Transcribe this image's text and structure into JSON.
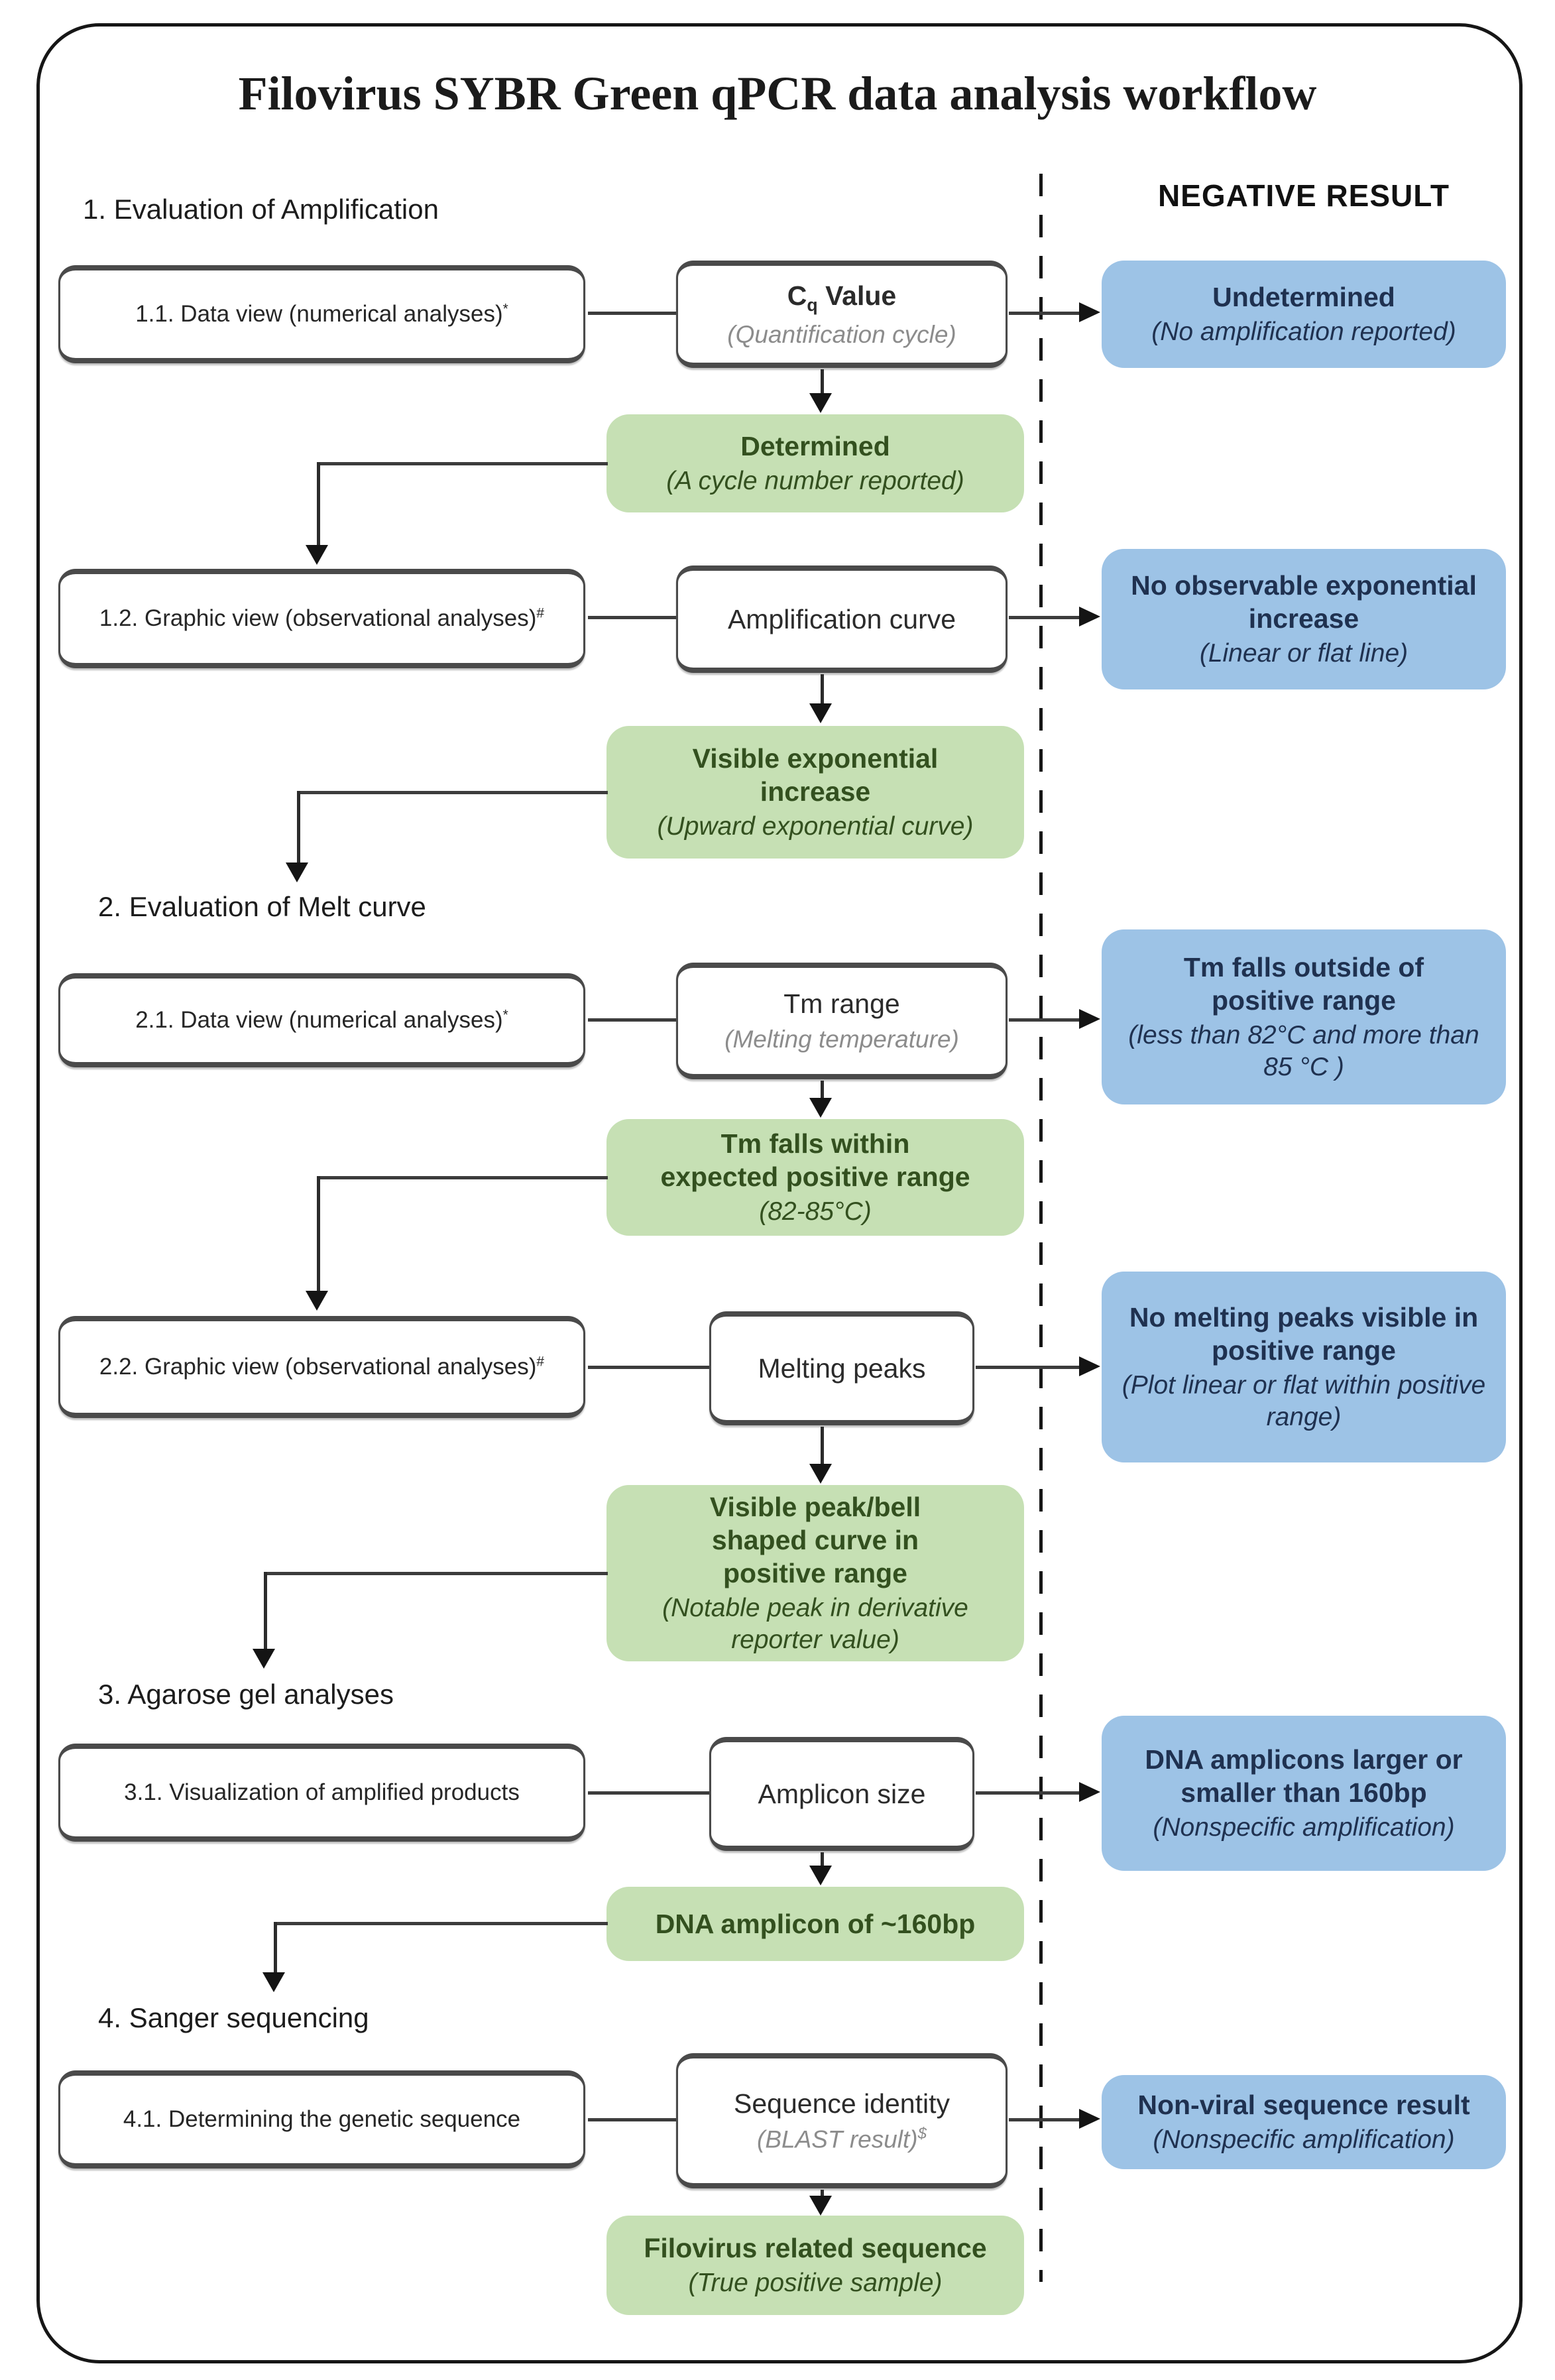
{
  "title": "Filovirus SYBR Green qPCR data analysis workflow",
  "negative_column_header": "NEGATIVE RESULT",
  "colors": {
    "negative_fill": "#9DC3E6",
    "negative_text": "#1F3150",
    "positive_fill": "#C6E0B4",
    "positive_text": "#33501F",
    "note_gray": "#8c8c8c"
  },
  "sections": {
    "s1": "1. Evaluation of Amplification",
    "s2": "2. Evaluation of Melt curve",
    "s3": "3. Agarose gel analyses",
    "s4": "4. Sanger sequencing"
  },
  "steps": {
    "s11": {
      "text": "1.1. Data view (numerical analyses)",
      "marker": "*"
    },
    "s12": {
      "text": "1.2. Graphic view (observational analyses)",
      "marker": "#"
    },
    "s21": {
      "text": "2.1. Data view (numerical analyses)",
      "marker": "*"
    },
    "s22": {
      "text": "2.2. Graphic view (observational analyses)",
      "marker": "#"
    },
    "s31": {
      "text": "3.1. Visualization of amplified products",
      "marker": ""
    },
    "s41": {
      "text": "4.1. Determining the genetic sequence",
      "marker": ""
    }
  },
  "tests": {
    "cq": {
      "prefix": "C",
      "sub": "q",
      "rest": " Value",
      "note": "(Quantification cycle)"
    },
    "amp_curve": {
      "main": "Amplification curve"
    },
    "tm_range": {
      "main": "Tm range",
      "note": "(Melting temperature)"
    },
    "melting_peaks": {
      "main": "Melting peaks"
    },
    "amplicon_size": {
      "main": "Amplicon size"
    },
    "sequence_identity": {
      "main": "Sequence identity",
      "note": "(BLAST result)",
      "sup": "$"
    }
  },
  "negative": {
    "n1": {
      "title": "Undetermined",
      "note": "(No amplification reported)"
    },
    "n2": {
      "title": "No observable exponential increase",
      "note": "(Linear or flat line)"
    },
    "n3": {
      "title": "Tm falls outside of positive range",
      "note": "(less than 82°C and more than 85 °C )"
    },
    "n4": {
      "title": "No melting peaks visible in positive range",
      "note": "(Plot linear or flat within positive range)"
    },
    "n5": {
      "title": "DNA amplicons larger or smaller than 160bp",
      "note": "(Nonspecific amplification)"
    },
    "n6": {
      "title": "Non-viral sequence result",
      "note": "(Nonspecific amplification)"
    }
  },
  "positive": {
    "p1": {
      "title": "Determined",
      "note": "(A cycle number reported)"
    },
    "p2": {
      "title": "Visible exponential increase",
      "note": "(Upward exponential curve)"
    },
    "p3": {
      "title": "Tm falls within expected positive range",
      "note": "(82-85°C)"
    },
    "p4": {
      "title": "Visible peak/bell shaped curve in positive range",
      "note": "(Notable peak in derivative reporter value)"
    },
    "p5": {
      "title": "DNA amplicon of ~160bp",
      "note": ""
    },
    "p6": {
      "title": "Filovirus related sequence",
      "note": "(True positive sample)"
    }
  }
}
